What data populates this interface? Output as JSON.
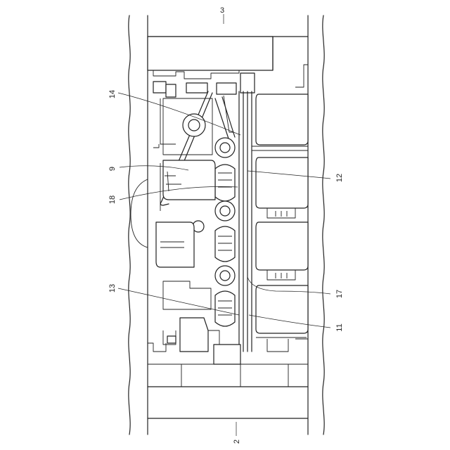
{
  "figure": {
    "reference_numerals": [
      {
        "id": "ref-3",
        "text": "3"
      },
      {
        "id": "ref-14",
        "text": "14"
      },
      {
        "id": "ref-9",
        "text": "9"
      },
      {
        "id": "ref-18",
        "text": "18"
      },
      {
        "id": "ref-12",
        "text": "12"
      },
      {
        "id": "ref-13",
        "text": "13"
      },
      {
        "id": "ref-17",
        "text": "17"
      },
      {
        "id": "ref-11",
        "text": "11"
      },
      {
        "id": "ref-2",
        "text": "2"
      }
    ]
  }
}
